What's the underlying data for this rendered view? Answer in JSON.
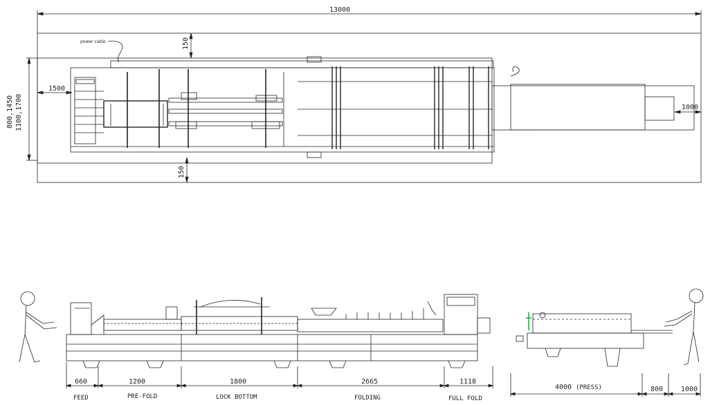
{
  "top_view": {
    "overall_length": "13000",
    "power_cable_note": "power cable",
    "clearance_top": "150",
    "clearance_bottom": "150",
    "clearance_left": "1500",
    "clearance_right": "1000",
    "width_options_line1": "800,1450",
    "width_options_line2": "1100,1700"
  },
  "side_view": {
    "sections": [
      {
        "length": "660",
        "name": "FEED"
      },
      {
        "length": "1200",
        "name": "PRE-FOLD"
      },
      {
        "length": "1800",
        "name": "LOCK BOTTOM"
      },
      {
        "length": "2665",
        "name": "FOLDING"
      },
      {
        "length": "1118",
        "name": "FULL FOLD"
      }
    ],
    "press_length": "4000",
    "press_label": "(PRESS)",
    "tail_1": "800",
    "tail_2": "1000"
  },
  "colors": {
    "line": "#222222",
    "accent_green": "#2fa84a"
  }
}
